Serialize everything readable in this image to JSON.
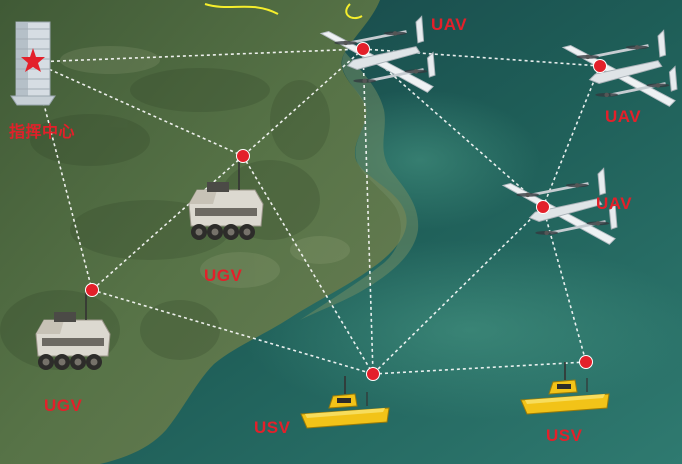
{
  "colors": {
    "label": "#e3202a",
    "node": "#e3202a",
    "link": "#ffffff",
    "land": "#4d6a3e",
    "sea": "#1d5a57",
    "boat": "#f2c318"
  },
  "labels": {
    "command": "指挥中心",
    "uav_1": "UAV",
    "uav_2": "UAV",
    "uav_3": "UAV",
    "ugv_1": "UGV",
    "ugv_2": "UGV",
    "usv_1": "USV",
    "usv_2": "USV"
  },
  "icons": {
    "command": "command-tower-icon",
    "uav": "vtol-drone-icon",
    "ugv": "ground-robot-icon",
    "usv": "surface-vessel-icon"
  },
  "nodes": [
    {
      "id": "command",
      "type": "command"
    },
    {
      "id": "uav_1",
      "type": "uav"
    },
    {
      "id": "uav_2",
      "type": "uav"
    },
    {
      "id": "uav_3",
      "type": "uav"
    },
    {
      "id": "ugv_1",
      "type": "ugv"
    },
    {
      "id": "ugv_2",
      "type": "ugv"
    },
    {
      "id": "usv_1",
      "type": "usv"
    },
    {
      "id": "usv_2",
      "type": "usv"
    }
  ],
  "links": [
    [
      "command",
      "uav_1"
    ],
    [
      "command",
      "ugv_1"
    ],
    [
      "command",
      "ugv_2"
    ],
    [
      "uav_1",
      "uav_2"
    ],
    [
      "uav_1",
      "ugv_1"
    ],
    [
      "uav_1",
      "uav_3"
    ],
    [
      "uav_1",
      "usv_1"
    ],
    [
      "uav_2",
      "uav_3"
    ],
    [
      "ugv_1",
      "ugv_2"
    ],
    [
      "ugv_1",
      "usv_1"
    ],
    [
      "ugv_2",
      "usv_1"
    ],
    [
      "uav_3",
      "usv_1"
    ],
    [
      "uav_3",
      "usv_2"
    ],
    [
      "usv_1",
      "usv_2"
    ]
  ]
}
